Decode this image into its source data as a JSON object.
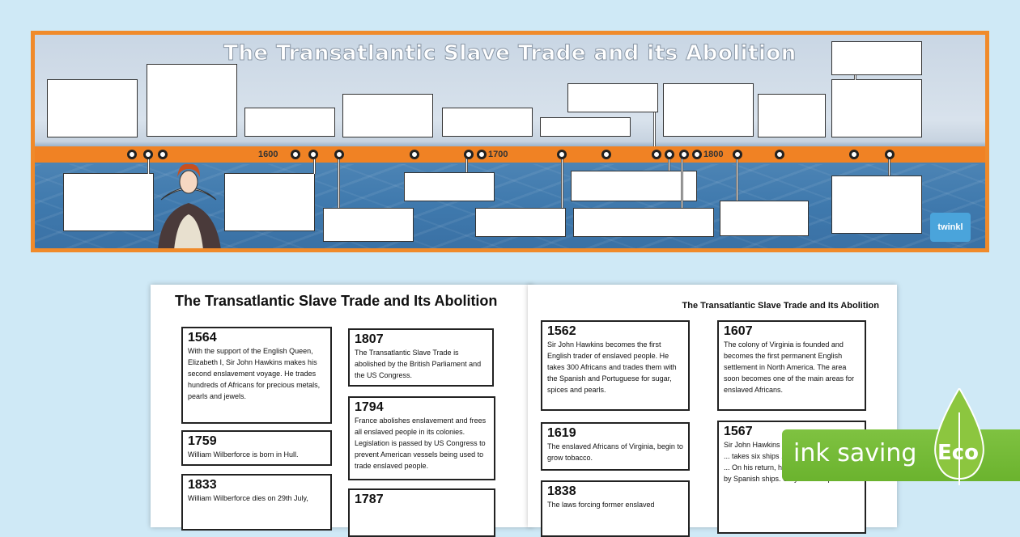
{
  "banner": {
    "title": "The Transatlantic Slave Trade and its Abolition",
    "year_markers": [
      "1600",
      "1700",
      "1800"
    ],
    "logo": "twinkl"
  },
  "worksheet_left": {
    "title": "The Transatlantic Slave Trade and Its Abolition",
    "cards": [
      {
        "year": "1564",
        "text": "With the support of the English Queen, Elizabeth I, Sir John Hawkins makes his second enslavement voyage. He trades hundreds of Africans for precious metals, pearls and jewels."
      },
      {
        "year": "1759",
        "text": "William Wilberforce is born in Hull."
      },
      {
        "year": "1833",
        "text": "William Wilberforce dies on 29th July,"
      },
      {
        "year": "1807",
        "text": "The Transatlantic Slave Trade is abolished by the British Parliament and the US Congress."
      },
      {
        "year": "1794",
        "text": "France abolishes enslavement and frees all enslaved people in its colonies. Legislation is passed by US Congress to prevent American vessels being used to trade enslaved people."
      },
      {
        "year": "1787",
        "text": ""
      }
    ]
  },
  "worksheet_right": {
    "title": "The Transatlantic Slave Trade and Its Abolition",
    "cards": [
      {
        "year": "1562",
        "text": "Sir John Hawkins becomes the first English trader of enslaved people. He takes 300 Africans and trades them with the Spanish and Portuguese for sugar, spices and pearls."
      },
      {
        "year": "1619",
        "text": "The enslaved Africans of Virginia, begin to grow tobacco."
      },
      {
        "year": "1838",
        "text": "The laws forcing former enslaved"
      },
      {
        "year": "1607",
        "text": "The colony of Virginia is founded and becomes the first permanent English settlement in North America. The area soon becomes one of the main areas for enslaved Africans."
      },
      {
        "year": "1567",
        "text": "Sir John Hawkins ... enslavement voyage ... takes six ships ... hundreds of Africans ... On his return, his ships are ambushed by Spanish ships. Only three ships"
      }
    ]
  },
  "eco_badge": {
    "label": "ink saving",
    "eco": "Eco",
    "color": "#7fc241"
  }
}
